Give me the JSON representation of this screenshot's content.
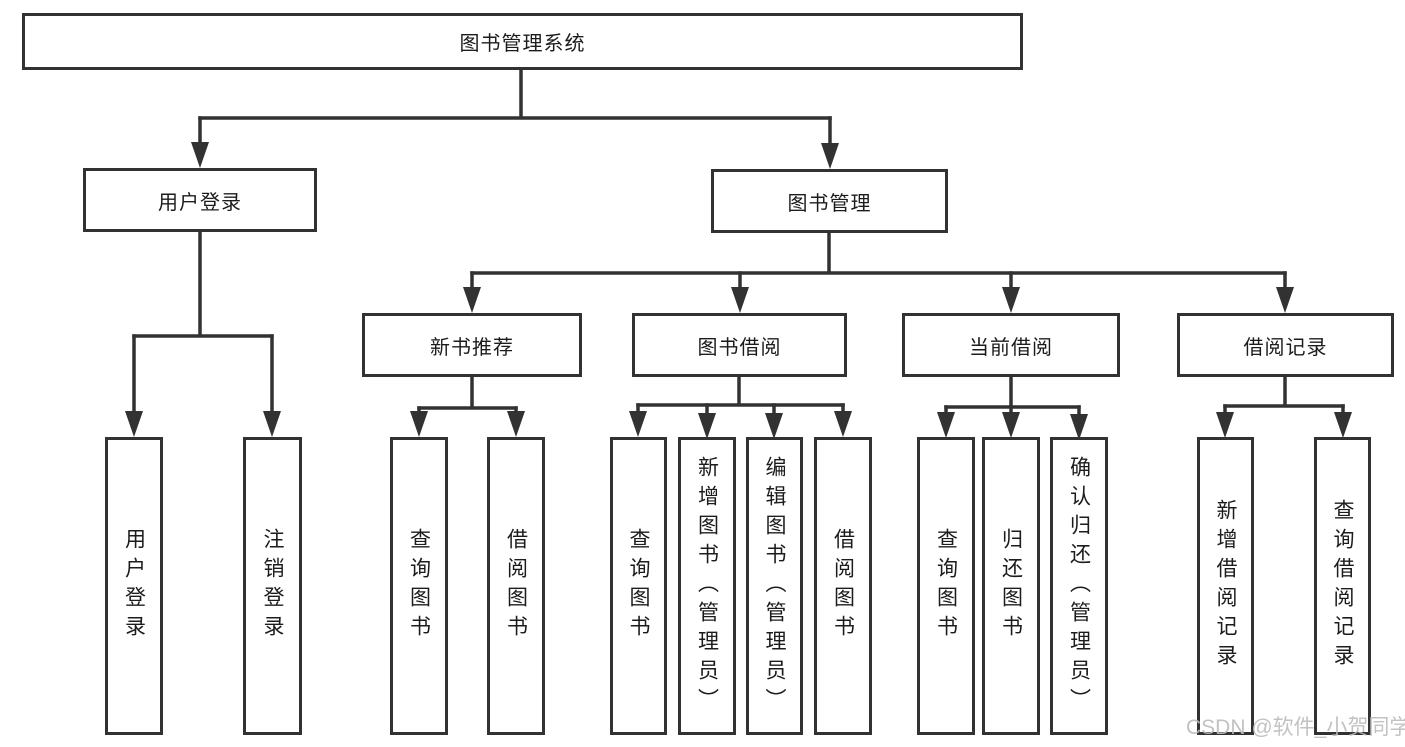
{
  "diagram": {
    "root": {
      "label": "图书管理系统"
    },
    "level1": {
      "user_login": {
        "label": "用户登录"
      },
      "book_mgmt": {
        "label": "图书管理"
      }
    },
    "level2": {
      "new_books": {
        "label": "新书推荐"
      },
      "book_borrow": {
        "label": "图书借阅"
      },
      "current_borrow": {
        "label": "当前借阅"
      },
      "borrow_records": {
        "label": "借阅记录"
      }
    },
    "leaves": {
      "user_login_action": {
        "label": "用户登录"
      },
      "logout": {
        "label": "注销登录"
      },
      "nb_query": {
        "label": "查询图书"
      },
      "nb_borrow": {
        "label": "借阅图书"
      },
      "bb_query": {
        "label": "查询图书"
      },
      "bb_add": {
        "label": "新增图书（管理员）"
      },
      "bb_edit": {
        "label": "编辑图书（管理员）"
      },
      "bb_borrow": {
        "label": "借阅图书"
      },
      "cb_query": {
        "label": "查询图书"
      },
      "cb_return": {
        "label": "归还图书"
      },
      "cb_confirm": {
        "label": "确认归还（管理员）"
      },
      "br_add": {
        "label": "新增借阅记录"
      },
      "br_query": {
        "label": "查询借阅记录"
      }
    }
  },
  "watermark": {
    "text": "CSDN @软件_小贺同学"
  },
  "colors": {
    "line": "#323232",
    "text": "#1c1c1c",
    "watermark": "#bcbcbc",
    "background": "#ffffff"
  }
}
